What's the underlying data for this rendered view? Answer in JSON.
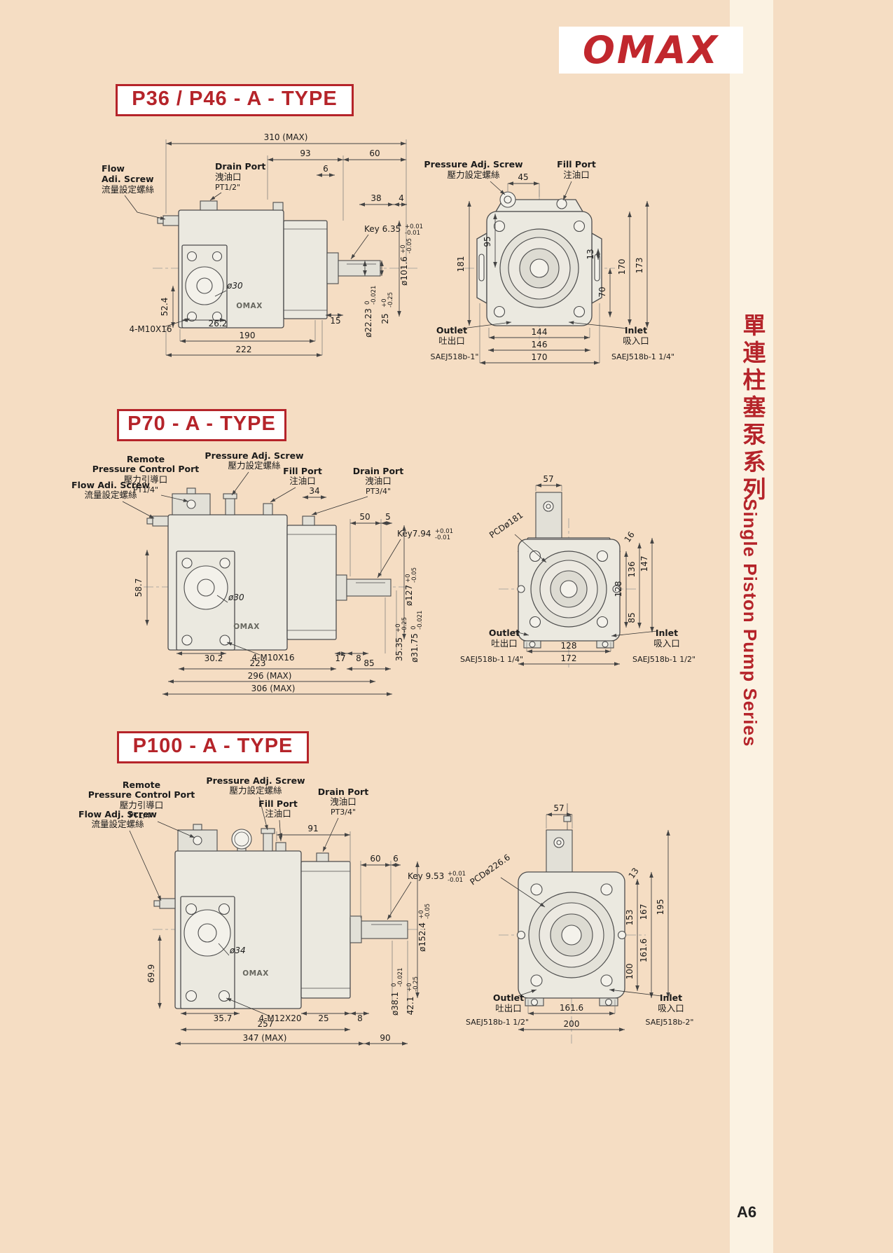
{
  "page": {
    "logo": "OMAX",
    "page_num": "A6",
    "sidebar_cn": "單連柱塞泵系列",
    "sidebar_en": "Single Piston Pump Series",
    "colors": {
      "accent": "#b5242a",
      "logo_red": "#c1272d",
      "page_bg": "#f5ddc3"
    }
  },
  "s1": {
    "title": "P36 / P46 - A - TYPE",
    "side": {
      "flow1": "Flow",
      "flow2": "Adi. Screw",
      "flow3": "流量設定螺絲",
      "drain1": "Drain Port",
      "drain2": "洩油口",
      "drain3": "PT1/2\"",
      "d310": "310 (MAX)",
      "d93": "93",
      "d60": "60",
      "d6": "6",
      "d38": "38",
      "d4": "4",
      "key": "Key 6.35",
      "key_t": "+0.01",
      "key_b": "-0.01",
      "d101": "ø101.6",
      "d101t": "+0",
      "d101b": "-0.05",
      "d30": "ø30",
      "d524": "52.4",
      "d262": "26.2",
      "bolt": "4-M10X16",
      "d15": "15",
      "d190": "190",
      "d222": "222",
      "d2223": "ø22.23",
      "d2223t": "0",
      "d2223b": "-0.021",
      "d25": "25",
      "d25t": "+0",
      "d25b": "-0.25",
      "brand": "OMAX"
    },
    "front": {
      "padj1": "Pressure Adj. Screw",
      "padj2": "壓力設定螺絲",
      "fill1": "Fill Port",
      "fill2": "注油口",
      "d45": "45",
      "d95": "95",
      "d181": "181",
      "d13": "13",
      "d170r": "170",
      "d173": "173",
      "d70": "70",
      "d144": "144",
      "d146": "146",
      "d170b": "170",
      "out1": "Outlet",
      "out2": "吐出口",
      "out3": "SAEJ518b-1\"",
      "in1": "Inlet",
      "in2": "吸入口",
      "in3": "SAEJ518b-1 1/4\""
    }
  },
  "s2": {
    "title": "P70 - A - TYPE",
    "side": {
      "rem1": "Remote",
      "rem2": "Pressure Control Port",
      "rem3": "壓力引導口",
      "rem4": "PT1/4\"",
      "padj1": "Pressure Adj. Screw",
      "padj2": "壓力設定螺絲",
      "fill1": "Fill Port",
      "fill2": "注油口",
      "drain1": "Drain Port",
      "drain2": "洩油口",
      "drain3": "PT3/4\"",
      "flow1": "Flow Adi. Screw",
      "flow2": "流量設定螺絲",
      "d34": "34",
      "d50": "50",
      "d5": "5",
      "key": "Key7.94",
      "key_t": "+0.01",
      "key_b": "-0.01",
      "d127": "ø127",
      "d127t": "+0",
      "d127b": "-0.05",
      "d587": "58.7",
      "d30": "ø30",
      "d302": "30.2",
      "bolt": "4-M10X16",
      "d17": "17",
      "d8": "8",
      "d223": "223",
      "d85": "85",
      "d296": "296 (MAX)",
      "d306": "306 (MAX)",
      "d3175": "ø31.75",
      "d3175t": "0",
      "d3175b": "-0.021",
      "d3535": "35.35",
      "d3535t": "+0",
      "d3535b": "-0.25",
      "brand": "OMAX"
    },
    "front": {
      "d57": "57",
      "pcd": "PCDø181",
      "d16": "16",
      "d136": "136",
      "d147": "147",
      "d128r": "128",
      "d85r": "85",
      "d128b": "128",
      "d172": "172",
      "out1": "Outlet",
      "out2": "吐出口",
      "out3": "SAEJ518b-1 1/4\"",
      "in1": "Inlet",
      "in2": "吸入口",
      "in3": "SAEJ518b-1 1/2\""
    }
  },
  "s3": {
    "title": "P100 - A - TYPE",
    "side": {
      "rem1": "Remote",
      "rem2": "Pressure Control Port",
      "rem3": "壓力引導口",
      "rem4": "PT1/4\"",
      "padj1": "Pressure Adj. Screw",
      "padj2": "壓力設定螺絲",
      "fill1": "Fill Port",
      "fill2": "注油口",
      "drain1": "Drain Port",
      "drain2": "洩油口",
      "drain3": "PT3/4\"",
      "flow1": "Flow Adj. Screw",
      "flow2": "流量設定螺絲",
      "d91": "91",
      "d60": "60",
      "d6": "6",
      "key": "Key 9.53",
      "key_t": "+0.01",
      "key_b": "-0.01",
      "d1524": "ø152.4",
      "d1524t": "+0",
      "d1524b": "-0.05",
      "d699": "69.9",
      "d34": "ø34",
      "d357": "35.7",
      "bolt": "4-M12X20",
      "d25": "25",
      "d8": "8",
      "d257": "257",
      "d347": "347 (MAX)",
      "d90": "90",
      "d381": "ø38.1",
      "d381t": "0",
      "d381b": "-0.021",
      "d421": "42.1",
      "d421t": "+0",
      "d421b": "-0.25",
      "brand": "OMAX"
    },
    "front": {
      "d57": "57",
      "pcd": "PCDø226.6",
      "d13": "13",
      "d195": "195",
      "d167": "167",
      "d153": "153",
      "d1616r": "161.6",
      "d100": "100",
      "d1616b": "161.6",
      "d200": "200",
      "out1": "Outlet",
      "out2": "吐出口",
      "out3": "SAEJ518b-1 1/2\"",
      "in1": "Inlet",
      "in2": "吸入口",
      "in3": "SAEJ518b-2\""
    }
  }
}
